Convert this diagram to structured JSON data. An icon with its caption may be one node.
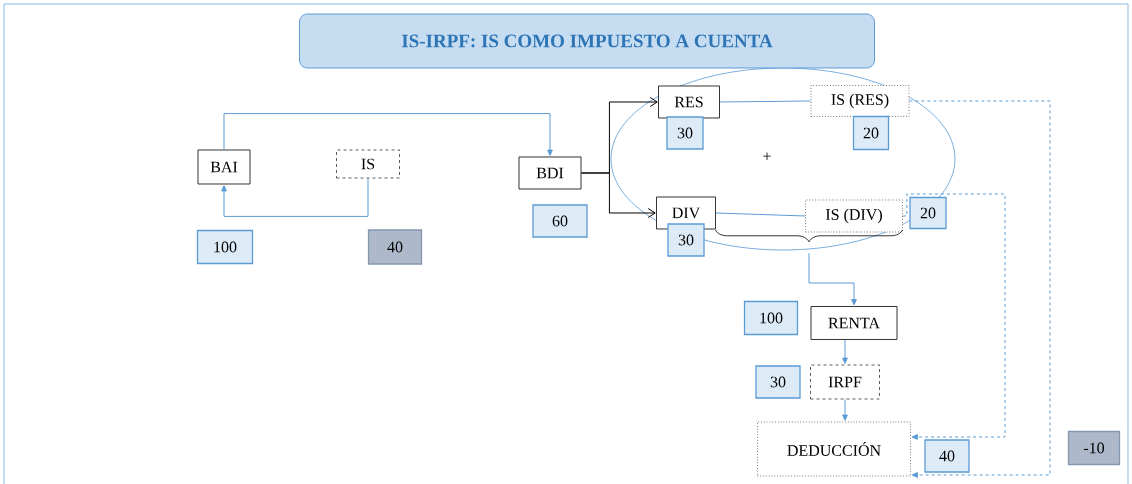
{
  "diagram": {
    "nodes": [
      {
        "text": [
          "IS-IRPF: IS COMO IMPUESTO A CUENTA"
        ]
      },
      {
        "text": [
          "BAI"
        ]
      },
      {
        "text": [
          "IS"
        ]
      },
      {
        "text": [
          "BDI"
        ]
      },
      {
        "text": [
          "RES"
        ]
      },
      {
        "text": [
          "IS (RES)"
        ]
      },
      {
        "text": [
          "DIV"
        ]
      },
      {
        "text": [
          "IS (DIV)"
        ]
      },
      {
        "text": [
          "RENTA"
        ]
      },
      {
        "text": [
          "IRPF"
        ]
      },
      {
        "text": [
          "DEDUCCIÓN"
        ]
      },
      {
        "text": [
          "100"
        ]
      },
      {
        "text": [
          "40"
        ]
      },
      {
        "text": [
          "60"
        ]
      },
      {
        "text": [
          "30"
        ]
      },
      {
        "text": [
          "20"
        ]
      },
      {
        "text": [
          "30"
        ]
      },
      {
        "text": [
          "20"
        ]
      },
      {
        "text": [
          "100"
        ]
      },
      {
        "text": [
          "30"
        ]
      },
      {
        "text": [
          "40"
        ]
      },
      {
        "text": [
          "-10"
        ]
      },
      {
        "text": [],
        "shape": "brace"
      }
    ],
    "edges": [
      {
        "from": 1,
        "to": 3,
        "arrow": "to"
      },
      {
        "from": 2,
        "to": 1,
        "arrow": "to"
      },
      {
        "from": 3,
        "to": 4,
        "arrow": "to",
        "color": "#000000"
      },
      {
        "from": 3,
        "to": 6,
        "arrow": "to",
        "color": "#000000"
      },
      {
        "from": 4,
        "to": 5,
        "arrow": "none"
      },
      {
        "from": 6,
        "to": 7,
        "arrow": "none"
      },
      {
        "from": 22,
        "to": 8,
        "arrow": "to"
      },
      {
        "from": 8,
        "to": 9,
        "arrow": "to"
      },
      {
        "from": 9,
        "to": 10,
        "arrow": "to"
      },
      {
        "from": 5,
        "to": 10,
        "arrow": "to",
        "style": "dashed"
      },
      {
        "from": 7,
        "to": 10,
        "arrow": "to",
        "style": "dashed"
      }
    ],
    "labels": [
      "+"
    ]
  }
}
